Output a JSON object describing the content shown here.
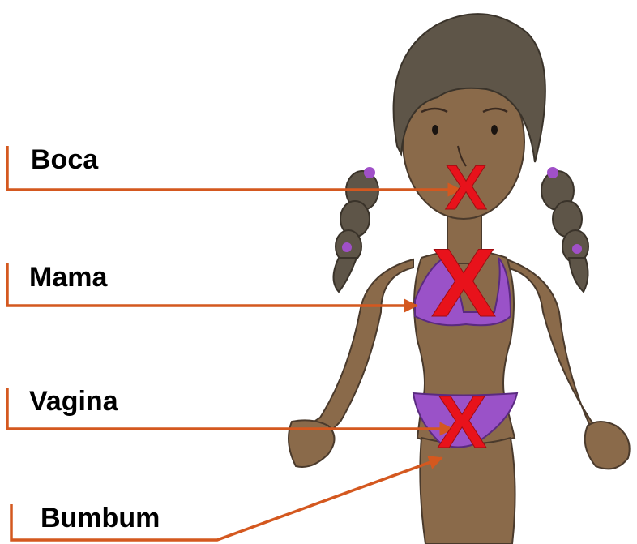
{
  "labels": {
    "mouth": "Boca",
    "breast": "Mama",
    "vagina": "Vagina",
    "bottom": "Bumbum"
  },
  "marks": {
    "x_symbol": "X"
  },
  "colors": {
    "arrow": "#d4581f",
    "x_mark": "#e8121b",
    "skin": "#8a6a4a",
    "skin_outline": "#4a3a2c",
    "hair": "#5a5245",
    "swimsuit": "#9a52c8"
  }
}
